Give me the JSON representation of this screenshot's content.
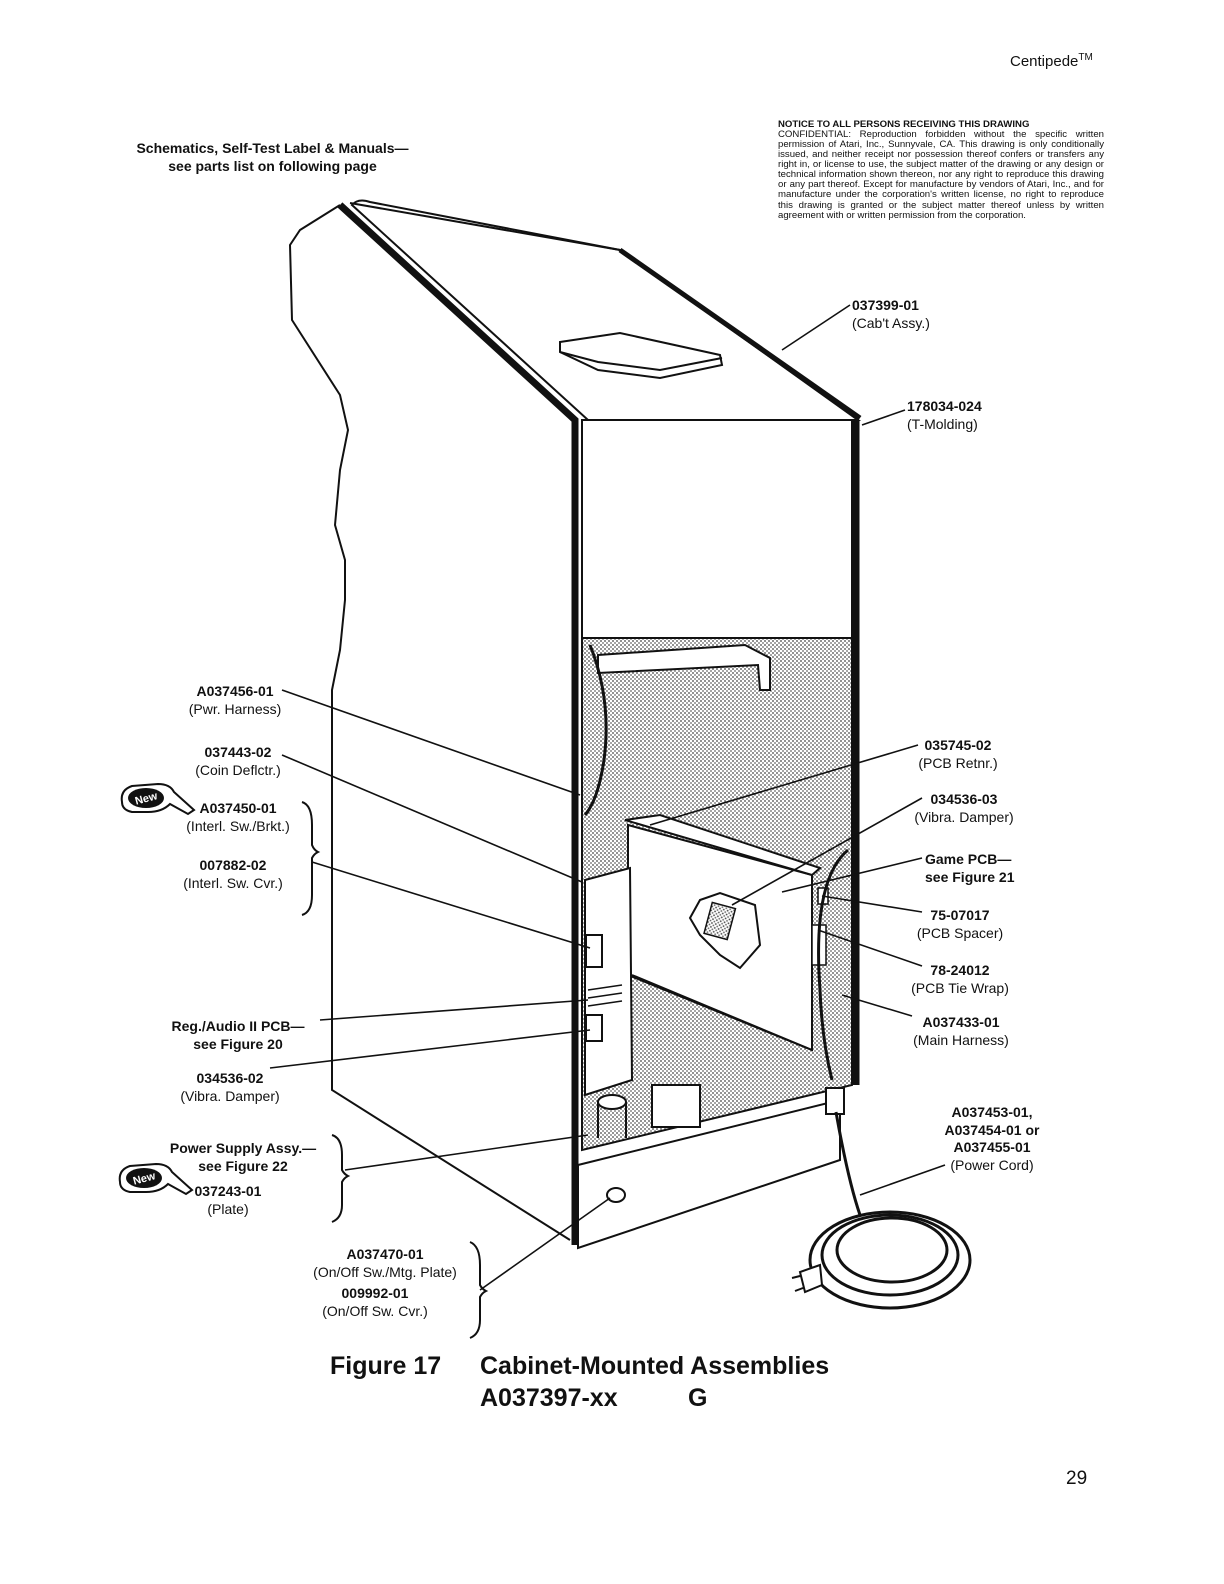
{
  "header": {
    "game_title": "Centipede",
    "trademark": "TM"
  },
  "top_left_note": {
    "line1": "Schematics, Self-Test Label & Manuals—",
    "line2": "see parts list on following page"
  },
  "notice": {
    "title": "NOTICE TO ALL PERSONS RECEIVING THIS DRAWING",
    "body": "CONFIDENTIAL: Reproduction forbidden without the specific written permission of Atari, Inc., Sunnyvale, CA. This drawing is only conditionally issued, and neither receipt nor possession thereof confers or transfers any right in, or license to use, the subject matter of the drawing or any design or technical information shown thereon, nor any right to reproduce this drawing or any part thereof. Except for manufacture by vendors of Atari, Inc., and for manufacture under the corporation's written license, no right to reproduce this drawing is granted or the subject matter thereof unless by written agreement with or written permission from the corporation."
  },
  "new_badge": {
    "text": "New"
  },
  "callouts": {
    "cab_assy": {
      "part": "037399-01",
      "desc": "(Cab't Assy.)"
    },
    "t_molding": {
      "part": "178034-024",
      "desc": "(T-Molding)"
    },
    "pwr_harness": {
      "part": "A037456-01",
      "desc": "(Pwr. Harness)"
    },
    "coin_deflctr": {
      "part": "037443-02",
      "desc": "(Coin Deflctr.)"
    },
    "interl_sw_brkt": {
      "part": "A037450-01",
      "desc": "(Interl. Sw./Brkt.)"
    },
    "interl_sw_cvr": {
      "part": "007882-02",
      "desc": "(Interl. Sw. Cvr.)"
    },
    "pcb_retnr": {
      "part": "035745-02",
      "desc": "(PCB Retnr.)"
    },
    "vibra_damper_03": {
      "part": "034536-03",
      "desc": "(Vibra. Damper)"
    },
    "game_pcb": {
      "line1": "Game PCB—",
      "line2": "see Figure 21"
    },
    "pcb_spacer": {
      "part": "75-07017",
      "desc": "(PCB Spacer)"
    },
    "pcb_tie_wrap": {
      "part": "78-24012",
      "desc": "(PCB Tie Wrap)"
    },
    "main_harness": {
      "part": "A037433-01",
      "desc": "(Main Harness)"
    },
    "reg_audio": {
      "line1": "Reg./Audio II PCB—",
      "line2": "see Figure 20"
    },
    "vibra_damper_02": {
      "part": "034536-02",
      "desc": "(Vibra. Damper)"
    },
    "power_cord": {
      "line1": "A037453-01,",
      "line2": "A037454-01 or",
      "line3": "A037455-01",
      "desc": "(Power Cord)"
    },
    "power_supply": {
      "line1": "Power Supply Assy.—",
      "line2": "see Figure 22"
    },
    "plate": {
      "part": "037243-01",
      "desc": "(Plate)"
    },
    "onoff_sw_plate": {
      "part": "A037470-01",
      "desc": "(On/Off Sw./Mtg. Plate)"
    },
    "onoff_sw_cvr": {
      "part": "009992-01",
      "desc": "(On/Off Sw. Cvr.)"
    }
  },
  "caption": {
    "figure": "Figure 17",
    "title": "Cabinet-Mounted Assemblies",
    "part_number": "A037397-xx",
    "revision": "G"
  },
  "page_number": "29"
}
